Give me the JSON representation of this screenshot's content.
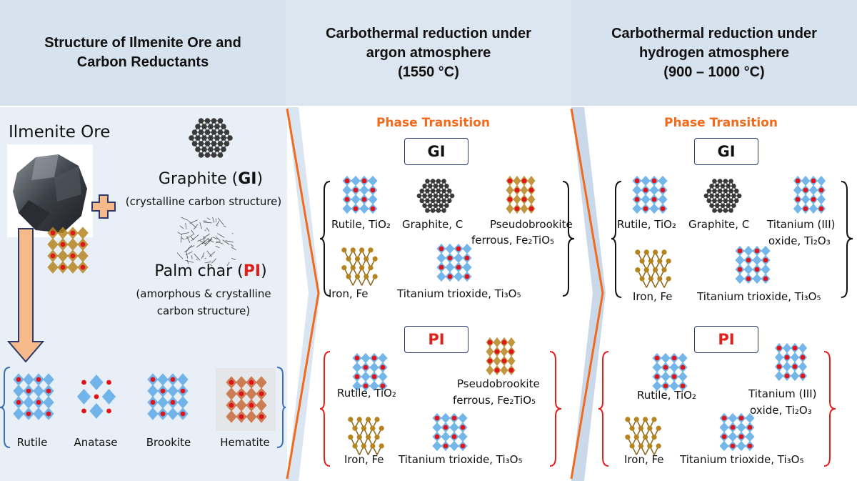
{
  "headers": [
    "Structure of Ilmenite Ore and Carbon Reductants",
    "Carbothermal reduction under argon atmosphere (1550 °C)",
    "Carbothermal reduction under hydrogen atmosphere (900 – 1000 °C)"
  ],
  "header_lines": {
    "h1": [
      "Structure of Ilmenite Ore and",
      "Carbon Reductants"
    ],
    "h2": [
      "Carbothermal reduction under",
      "argon atmosphere",
      "(1550 °C)"
    ],
    "h3": [
      "Carbothermal reduction under",
      "hydrogen atmosphere",
      "(900 – 1000 °C)"
    ]
  },
  "left": {
    "ilmenite_title": "Ilmenite Ore",
    "graphite_prefix": "Graphite (",
    "graphite_tag": "GI",
    "graphite_suffix": ")",
    "graphite_desc": "(crystalline carbon structure)",
    "palm_prefix": "Palm char (",
    "palm_tag": "PI",
    "palm_suffix": ")",
    "palm_desc_1": "(amorphous & crystalline",
    "palm_desc_2": "carbon structure)",
    "minerals": [
      "Rutile",
      "Anatase",
      "Brookite",
      "Hematite"
    ]
  },
  "argon": {
    "phase_title": "Phase Transition",
    "gi_tag": "GI",
    "pi_tag": "PI",
    "gi_labels": {
      "rutile": "Rutile, TiO₂",
      "graphite": "Graphite, C",
      "pseudo_1": "Pseudobrookite",
      "pseudo_2": "ferrous, Fe₂TiO₅",
      "iron": "Iron, Fe",
      "ti3o5": "Titanium trioxide, Ti₃O₅"
    },
    "pi_labels": {
      "rutile": "Rutile, TiO₂",
      "pseudo_1": "Pseudobrookite",
      "pseudo_2": "ferrous, Fe₂TiO₅",
      "iron": "Iron, Fe",
      "ti3o5": "Titanium trioxide, Ti₃O₅"
    }
  },
  "hydrogen": {
    "phase_title": "Phase Transition",
    "gi_tag": "GI",
    "pi_tag": "PI",
    "gi_labels": {
      "rutile": "Rutile, TiO₂",
      "graphite": "Graphite, C",
      "ti2o3_1": "Titanium (III)",
      "ti2o3_2": "oxide, Ti₂O₃",
      "iron": "Iron, Fe",
      "ti3o5": "Titanium trioxide, Ti₃O₅"
    },
    "pi_labels": {
      "rutile": "Rutile, TiO₂",
      "ti2o3_1": "Titanium (III)",
      "ti2o3_2": "oxide, Ti₂O₃",
      "iron": "Iron, Fe",
      "ti3o5": "Titanium trioxide, Ti₃O₅"
    }
  },
  "colors": {
    "header_bg": "#d6e3ef",
    "left_bg": "#e8eef5",
    "chevron_bg": "#d2dfec",
    "accent_orange": "#f26a1b",
    "red_text": "#e0201b",
    "navy": "#2b3a6b",
    "arrow_fill": "#f5b98a",
    "oxygen": "#e0141a",
    "titanium": "#5aa9e6",
    "iron": "#b5841e",
    "carbon": "#3a3a3a"
  },
  "icons": [
    "rock-image",
    "graphite-icon",
    "palm-char-icon",
    "crystal-icon",
    "plus-icon",
    "down-arrow-icon",
    "brace-icon"
  ]
}
